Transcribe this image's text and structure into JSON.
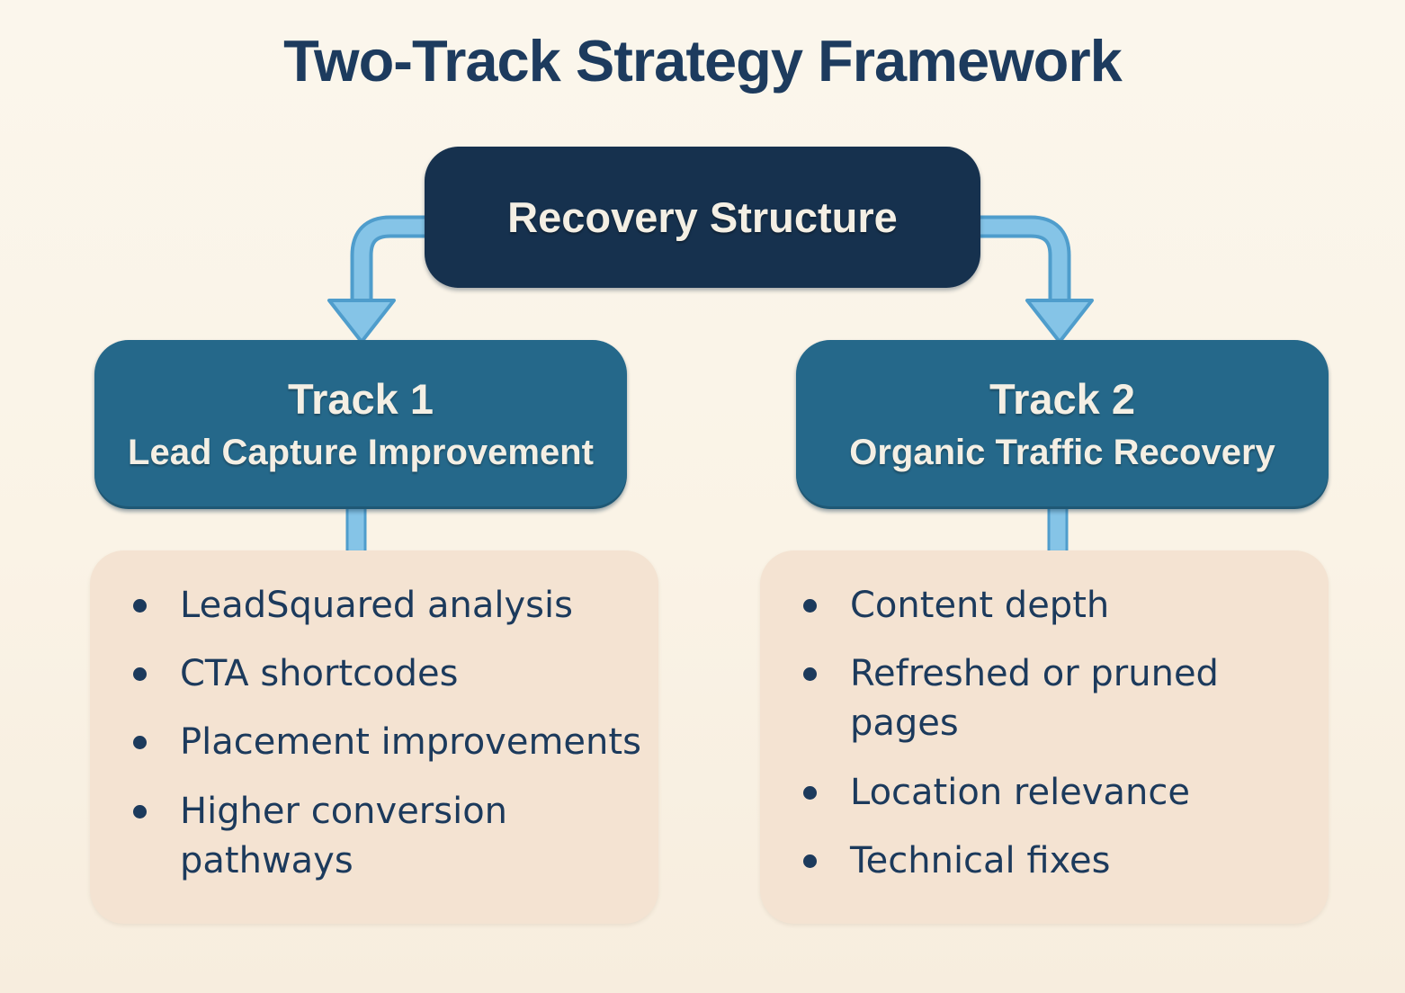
{
  "title": "Two-Track Strategy Framework",
  "root_node": {
    "label": "Recovery Structure"
  },
  "tracks": [
    {
      "name": "Track 1",
      "subtitle": "Lead Capture Improvement",
      "items": [
        "LeadSquared analysis",
        "CTA shortcodes",
        "Placement improvements",
        "Higher conversion pathways"
      ]
    },
    {
      "name": "Track 2",
      "subtitle": "Organic Traffic Recovery",
      "items": [
        "Content depth",
        "Refreshed or pruned pages",
        "Location relevance",
        "Technical fixes"
      ]
    }
  ],
  "colors": {
    "background": "#faf3e6",
    "root_box": "#16314e",
    "track_box": "#25688a",
    "panel": "#f4e3d2",
    "arrow_fill": "#85c4e7",
    "arrow_outline": "#4f9dcc",
    "heading_text": "#1d3b5e",
    "box_text": "#f4efe4",
    "bullet_text": "#1c3a5c"
  }
}
